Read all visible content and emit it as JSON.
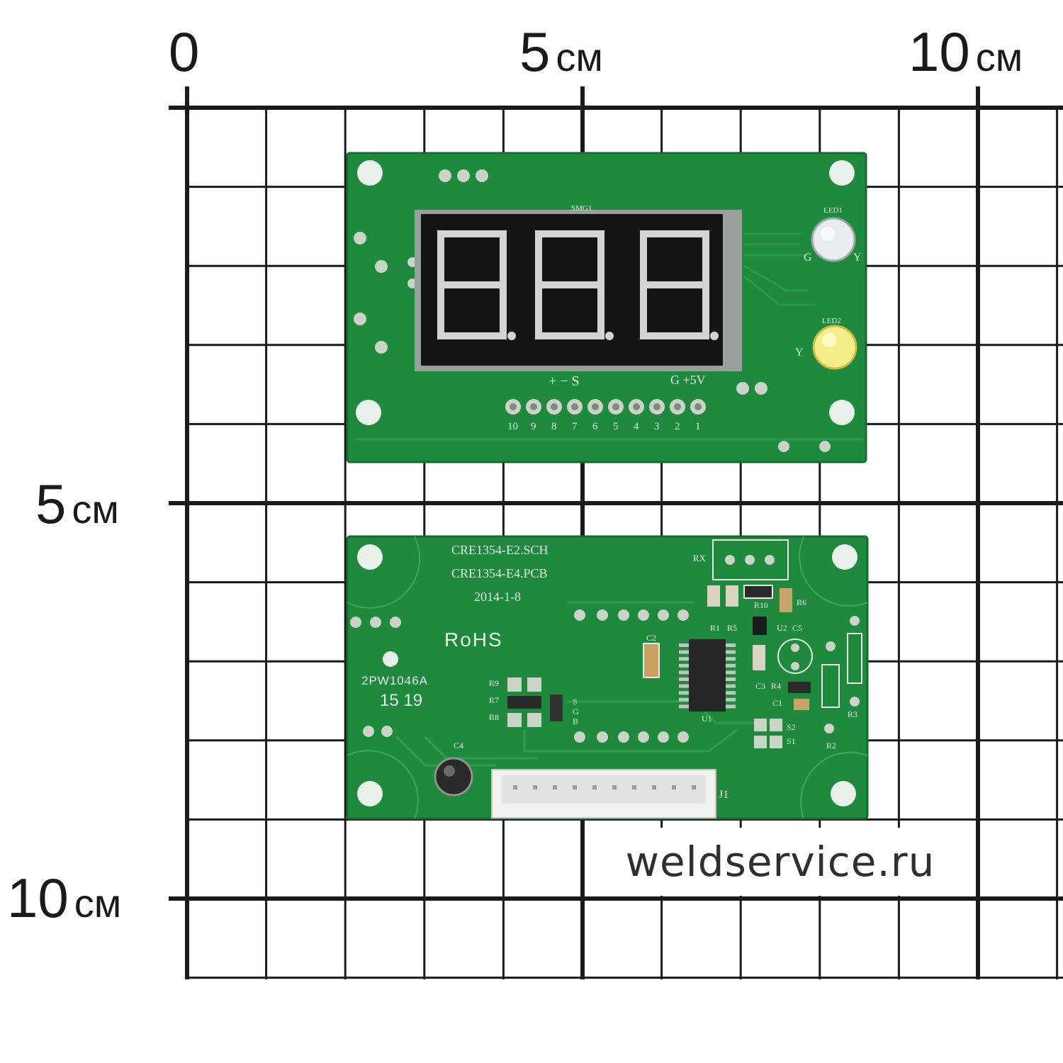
{
  "ruler": {
    "top_labels": [
      {
        "num": "0",
        "unit": ""
      },
      {
        "num": "5",
        "unit": "см"
      },
      {
        "num": "10",
        "unit": "см"
      }
    ],
    "left_labels": [
      {
        "num": "5",
        "unit": "см"
      },
      {
        "num": "10",
        "unit": "см"
      }
    ]
  },
  "front_board": {
    "display_label": "SMG1",
    "led1_label": "LED1",
    "led2_label": "LED2",
    "led1_left": "G",
    "led1_right": "Y",
    "led2_left": "Y",
    "pin_header_top": "+  −  S",
    "pin_header_power": "G +5V",
    "pin_numbers": [
      "10",
      "9",
      "8",
      "7",
      "6",
      "5",
      "4",
      "3",
      "2",
      "1"
    ],
    "colors": {
      "pcb": "#1f8a3e",
      "digit_off": "#cfd2d0",
      "led_yellow": "#f3ee8a",
      "led_white": "#e6ecef"
    }
  },
  "back_board": {
    "line1": "CRE1354-E2.SCH",
    "line2": "CRE1354-E4.PCB",
    "line3": "2014-1-8",
    "rohs": "RoHS",
    "batch": "2PW1046A",
    "date_code": "15 19",
    "labels": {
      "rx": "RX",
      "r1": "R1",
      "r5": "R5",
      "r10": "R10",
      "r6": "R6",
      "u2": "U2",
      "c5": "C5",
      "c2": "C2",
      "c3": "C3",
      "r4": "R4",
      "c1": "C1",
      "r3": "R3",
      "r2": "R2",
      "u1": "U1",
      "s2": "S2",
      "s1": "S1",
      "r9": "R9",
      "r7": "R7",
      "r8": "R8",
      "s": "S",
      "g": "G",
      "b": "B",
      "c4": "C4",
      "j1": "J1"
    }
  },
  "watermark": "weldservice.ru"
}
